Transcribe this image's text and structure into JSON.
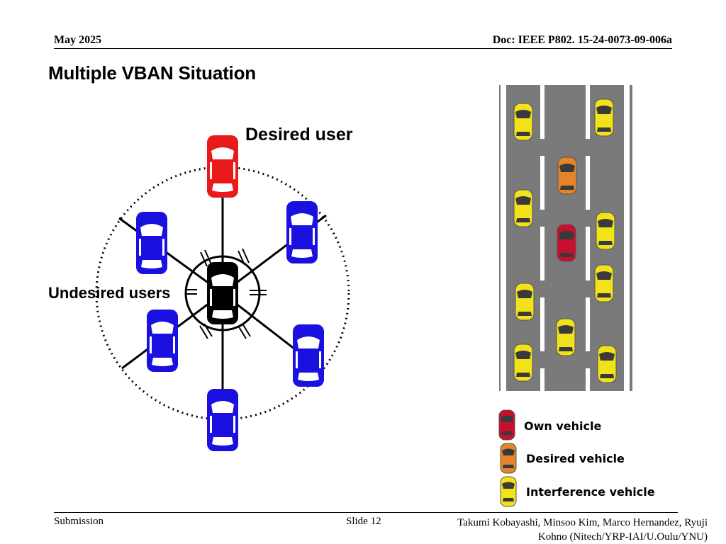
{
  "header": {
    "date": "May 2025",
    "doc_id": "Doc: IEEE P802. 15-24-0073-09-006a"
  },
  "slide": {
    "title": "Multiple VBAN Situation"
  },
  "diagram": {
    "desired_label": "Desired user",
    "undesired_label": "Undesired users",
    "colors": {
      "desired_user": "#e81a1a",
      "undesired_user": "#1a10e0",
      "own_user": "#000000"
    }
  },
  "road": {
    "colors": {
      "asphalt": "#7a7a7a",
      "own": "#c8102e",
      "desired": "#e5842a",
      "interference": "#f2e21a"
    }
  },
  "legend": {
    "items": [
      {
        "label": "Own vehicle",
        "color": "#c8102e"
      },
      {
        "label": "Desired vehicle",
        "color": "#e5842a"
      },
      {
        "label": "Interference vehicle",
        "color": "#f2e21a"
      }
    ]
  },
  "footer": {
    "left": "Submission",
    "slide_no": "Slide 12",
    "authors_line1": "Takumi Kobayashi, Minsoo Kim, Marco Hernandez, Ryuji",
    "authors_line2": "Kohno (Nitech/YRP-IAI/U.Oulu/YNU)"
  }
}
